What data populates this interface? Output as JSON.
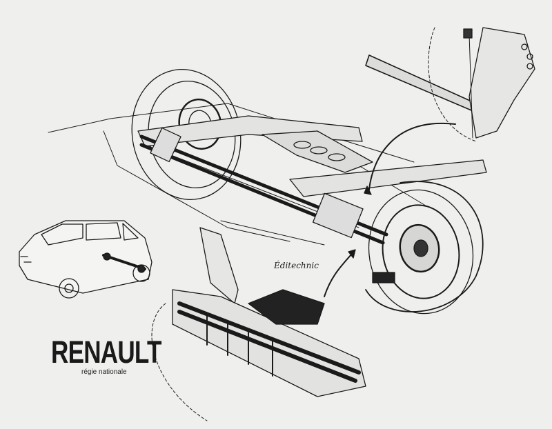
{
  "brand": {
    "name": "RENAULT",
    "subtitle": "régie nationale"
  },
  "illustration": {
    "signature": "Éditechnic"
  },
  "colors": {
    "background": "#efefed",
    "ink": "#1a1a1a"
  }
}
